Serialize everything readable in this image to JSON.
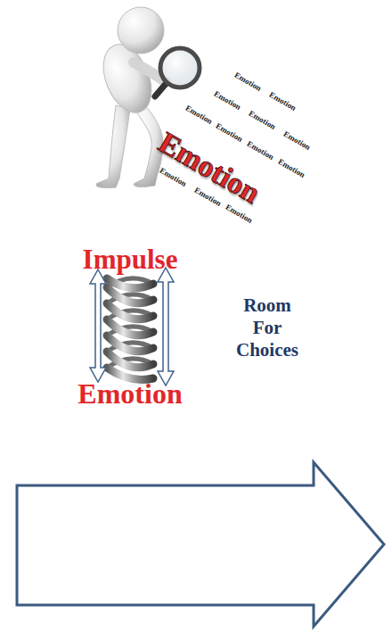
{
  "diagram": {
    "labels": [
      "Emotion",
      "Emotion",
      "Emotion",
      "Emotion",
      "Emotion",
      "Emotion",
      "Emotion",
      "Emotion",
      "Emotion",
      "Emotion",
      "Emotion",
      "Emotion",
      "Emotion",
      "Impulse",
      "Room For Choices",
      "Emotion"
    ]
  }
}
